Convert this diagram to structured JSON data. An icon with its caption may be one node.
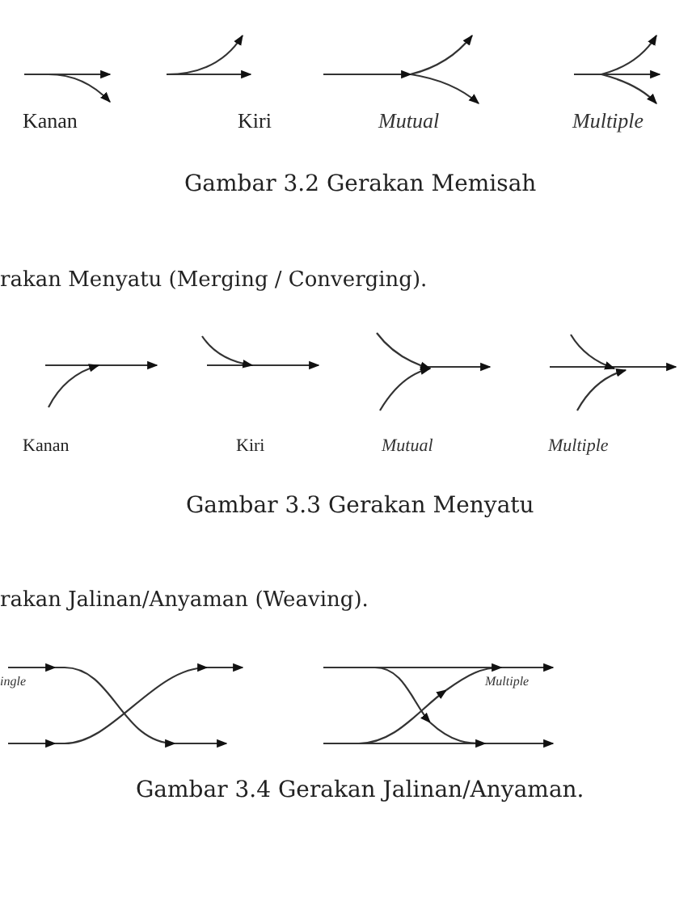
{
  "diagram": {
    "labels": [
      "Kanan",
      "Kiri",
      "Mutual",
      "Multiple",
      "Gambar 3.2 Gerakan Memisah",
      "rakan Menyatu (Merging / Converging).",
      "Kanan",
      "Kiri",
      "Mutual",
      "Multiple",
      "Gambar 3.3 Gerakan Menyatu",
      "rakan Jalinan/Anyaman (Weaving).",
      "ingle",
      "Multiple",
      "Gambar 3.4 Gerakan Jalinan/Anyaman."
    ]
  }
}
